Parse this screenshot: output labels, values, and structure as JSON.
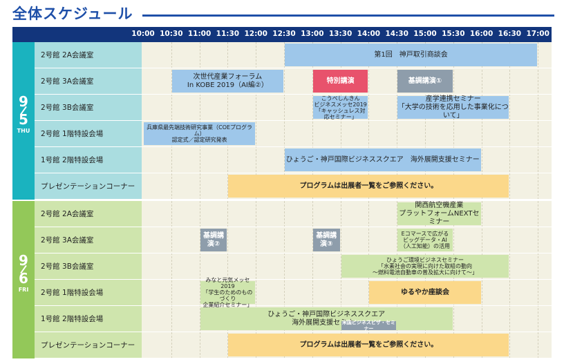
{
  "title": "全体スケジュール",
  "colors": {
    "title": "#1e4fa8",
    "header_bg": "#12357c",
    "day1_date_bg": "#1ab3bf",
    "day1_room_bg": "#aadde0",
    "day2_date_bg": "#93c859",
    "day2_room_bg": "#cfe5ad",
    "grid_bg": "#f3f1e3",
    "blue_event": "#9ec7ea",
    "pink_event": "#e8526c",
    "gray_event": "#8e9dab",
    "yellow_event": "#fbd88a",
    "green_event": "#cfe5ad"
  },
  "time_labels": [
    "10:00",
    "10:30",
    "11:00",
    "11:30",
    "12:00",
    "12:30",
    "13:00",
    "13:30",
    "14:00",
    "14:30",
    "15:00",
    "15:30",
    "16:00",
    "16:30",
    "17:00"
  ],
  "days": [
    {
      "month": "9",
      "day": "5",
      "weekday": "THU",
      "rows": [
        {
          "room": "2号館 2A会議室",
          "events": [
            {
              "label": "第1回　神戸取引商談会",
              "start": "12:30",
              "end": "17:00",
              "color": "blue",
              "size": "normal"
            }
          ]
        },
        {
          "room": "2号館 3A会議室",
          "events": [
            {
              "label": "次世代産業フォーラム\nIn KOBE 2019（AI編②）",
              "start": "10:30",
              "end": "12:30",
              "color": "blue",
              "size": "normal"
            },
            {
              "label": "特別講演",
              "start": "13:00",
              "end": "14:00",
              "color": "pink",
              "size": "normal"
            },
            {
              "label": "基調講演①",
              "start": "14:30",
              "end": "15:30",
              "color": "gray",
              "size": "normal"
            }
          ]
        },
        {
          "room": "2号館 3B会議室",
          "events": [
            {
              "label": "こうべしんきん\nビジネスメッセ2019\n「キャッシュレス対応セミナー」",
              "start": "13:00",
              "end": "14:00",
              "color": "blue",
              "size": "small"
            },
            {
              "label": "産学連携セミナー\n「大学の技術を応用した事業化について」",
              "start": "14:30",
              "end": "16:30",
              "color": "blue",
              "size": "normal"
            }
          ]
        },
        {
          "room": "2号館 1階特設会場",
          "events": [
            {
              "label": "兵庫県最先端技術研究事業（COEプログラム）\n認定式／認定研究発表",
              "start": "10:00",
              "end": "12:00",
              "color": "blue",
              "size": "small"
            }
          ]
        },
        {
          "room": "1号館 2階特設会場",
          "events": [
            {
              "label": "ひょうご・神戸国際ビジネススクエア　海外展開支援セミナー",
              "start": "12:30",
              "end": "16:00",
              "color": "blue",
              "size": "normal"
            }
          ]
        },
        {
          "room": "プレゼンテーションコーナー",
          "events": [
            {
              "label": "プログラムは出展者一覧をご参照ください。",
              "start": "11:30",
              "end": "16:30",
              "color": "yellow",
              "size": "normal"
            }
          ]
        }
      ]
    },
    {
      "month": "9",
      "day": "6",
      "weekday": "FRI",
      "rows": [
        {
          "room": "2号館 2A会議室",
          "events": [
            {
              "label": "関西航空機産業\nプラットフォームNEXTセミナー",
              "start": "14:30",
              "end": "16:00",
              "color": "green",
              "size": "normal"
            }
          ]
        },
        {
          "room": "2号館 3A会議室",
          "events": [
            {
              "label": "基調講演②",
              "start": "11:00",
              "end": "11:30",
              "color": "gray",
              "size": "normal"
            },
            {
              "label": "基調講演③",
              "start": "13:00",
              "end": "13:30",
              "color": "gray",
              "size": "normal"
            },
            {
              "label": "Eコマースで広がる\nビッグデータ・AI\n（人工知能）の活用",
              "start": "14:30",
              "end": "15:30",
              "color": "green",
              "size": "small"
            }
          ]
        },
        {
          "room": "2号館 3B会議室",
          "events": [
            {
              "label": "ひょうご環境ビジネスセミナー\n「水素社会の実現に向けた取組の動向\n～燃料電池自動車の普及拡大に向けて～」",
              "start": "13:30",
              "end": "16:30",
              "color": "green",
              "size": "small"
            }
          ]
        },
        {
          "room": "2号館 1階特設会場",
          "events": [
            {
              "label": "みなと元気メッセ2019\n「学生のためのものづくり\n企業紹介セミナー」",
              "start": "11:00",
              "end": "12:00",
              "color": "green",
              "size": "small"
            },
            {
              "label": "ゆるやか座談会",
              "start": "14:00",
              "end": "16:00",
              "color": "yellow",
              "size": "normal"
            }
          ]
        },
        {
          "room": "1号館 2階特設会場",
          "events": [
            {
              "label": "ひょうご・神戸国際ビジネススクエア\n海外展開支援セミナー",
              "start": "11:00",
              "end": "15:30",
              "color": "green",
              "size": "normal"
            },
            {
              "label": "米国ビジネスピザ・セミナー",
              "start": "13:30",
              "end": "14:30",
              "color": "gray",
              "size": "small",
              "inset": "bottom"
            }
          ]
        },
        {
          "room": "プレゼンテーションコーナー",
          "events": [
            {
              "label": "プログラムは出展者一覧をご参照ください。",
              "start": "11:30",
              "end": "16:30",
              "color": "yellow",
              "size": "normal"
            }
          ]
        }
      ]
    }
  ]
}
